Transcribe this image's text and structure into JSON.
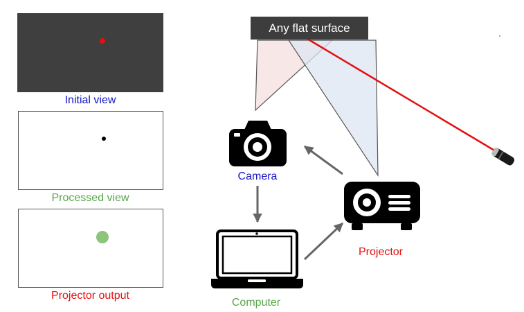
{
  "panels": {
    "initial": {
      "label": "Initial view",
      "label_color": "#1515c8",
      "background": "#3f3f3f",
      "dot_color": "#e31010"
    },
    "processed": {
      "label": "Processed view",
      "label_color": "#58a64a",
      "background": "#ffffff",
      "dot_color": "#000000"
    },
    "projector_output": {
      "label": "Projector output",
      "label_color": "#e31010",
      "background": "#ffffff",
      "dot_color": "#8cc47a"
    }
  },
  "diagram": {
    "surface_label": "Any flat surface",
    "camera_label": "Camera",
    "camera_label_color": "#1515c8",
    "computer_label": "Computer",
    "computer_label_color": "#58a64a",
    "projector_label": "Projector",
    "projector_label_color": "#e31010",
    "laser_color": "#e31010",
    "camera_fov_color": "#f6e3e3",
    "projector_fov_color": "#dde6f3",
    "arrow_color": "#666666"
  }
}
